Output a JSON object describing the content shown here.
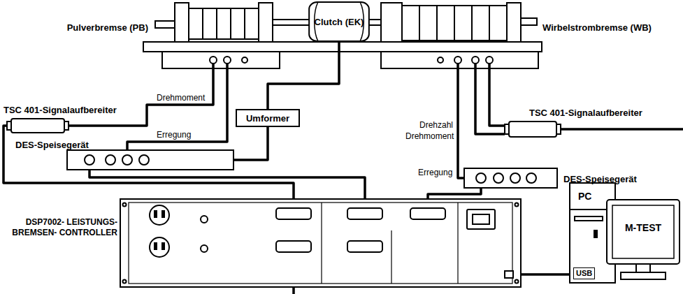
{
  "diagram": {
    "nodes": [
      {
        "text": [
          "Pulverbremse (PB)"
        ]
      },
      {
        "text": [
          "Clutch (EK)"
        ]
      },
      {
        "text": [
          "Wirbelstrombremse (WB)"
        ]
      },
      {
        "text": [
          "TSC 401-Signalaufbereiter"
        ]
      },
      {
        "text": [
          "DES-Speisegerät"
        ]
      },
      {
        "text": [
          "Umformer"
        ]
      },
      {
        "text": [
          "TSC 401-Signalaufbereiter"
        ]
      },
      {
        "text": [
          "DES-Speisegerät"
        ]
      },
      {
        "text": [
          "DSP7002- LEISTUNGS-BREMSEN- CONTROLLER"
        ]
      },
      {
        "text": [
          "PC",
          "USB"
        ]
      },
      {
        "text": [
          "M-TEST"
        ]
      }
    ],
    "edges": [
      {
        "from": 0,
        "to": 3,
        "label": "Drehmoment",
        "arrow": "none"
      },
      {
        "from": 4,
        "to": 0,
        "label": "Erregung",
        "arrow": "none"
      },
      {
        "from": 1,
        "to": 5,
        "arrow": "none"
      },
      {
        "from": 5,
        "to": 4,
        "arrow": "none"
      },
      {
        "from": 2,
        "to": 6,
        "label": "Drehzahl",
        "arrow": "none"
      },
      {
        "from": 2,
        "to": 6,
        "label": "Drehmoment",
        "arrow": "none"
      },
      {
        "from": 7,
        "to": 2,
        "label": "Erregung",
        "arrow": "none"
      },
      {
        "from": 3,
        "to": 8,
        "arrow": "none"
      },
      {
        "from": 4,
        "to": 8,
        "arrow": "none"
      },
      {
        "from": 7,
        "to": 8,
        "arrow": "none"
      },
      {
        "from": 8,
        "to": 9,
        "arrow": "none"
      }
    ]
  }
}
